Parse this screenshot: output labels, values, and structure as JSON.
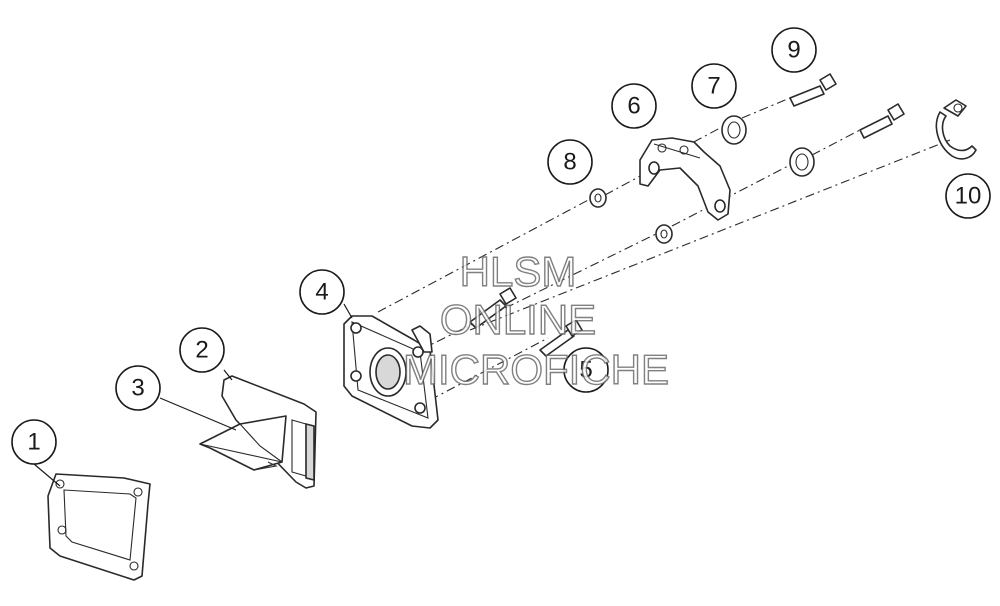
{
  "callouts": [
    {
      "id": "1",
      "label": "1"
    },
    {
      "id": "2",
      "label": "2"
    },
    {
      "id": "3",
      "label": "3"
    },
    {
      "id": "4",
      "label": "4"
    },
    {
      "id": "5",
      "label": "5"
    },
    {
      "id": "6",
      "label": "6"
    },
    {
      "id": "7",
      "label": "7"
    },
    {
      "id": "8",
      "label": "8"
    },
    {
      "id": "9",
      "label": "9"
    },
    {
      "id": "10",
      "label": "10"
    }
  ],
  "watermark": {
    "line1": "HLSM",
    "line2": "ONLINE",
    "line3": "MICROFICHE"
  },
  "colors": {
    "line": "#2a2a2a",
    "background": "#ffffff",
    "watermark_stroke": "#6a6a6a"
  }
}
